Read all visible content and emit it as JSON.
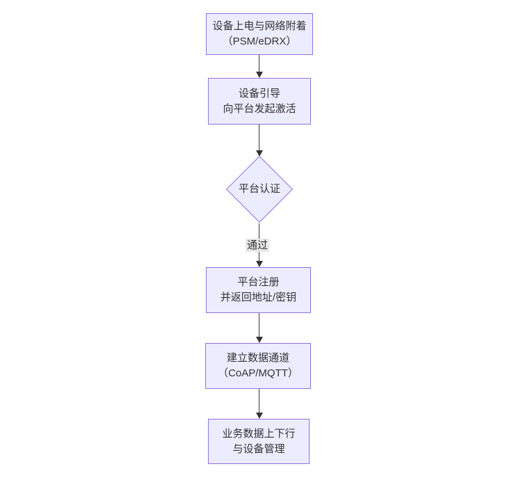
{
  "diagram": {
    "type": "flowchart",
    "direction": "top-down",
    "nodes": {
      "attach": {
        "line1": "设备上电与网络附着",
        "line2": "（PSM/eDRX）"
      },
      "bootstrap": {
        "line1": "设备引导",
        "line2": "向平台发起激活"
      },
      "auth": {
        "label": "平台认证"
      },
      "register": {
        "line1": "平台注册",
        "line2": "并返回地址/密钥"
      },
      "channel": {
        "line1": "建立数据通道",
        "line2": "（CoAP/MQTT）"
      },
      "business": {
        "line1": "业务数据上下行",
        "line2": "与设备管理"
      }
    },
    "edge_labels": {
      "pass": "通过"
    },
    "colors": {
      "node_fill": "#ECECFF",
      "node_border": "#9370DB",
      "text": "#333333",
      "edge": "#333333",
      "edge_label_bg": "#e8e8e8",
      "canvas_bg": "#ffffff"
    }
  }
}
